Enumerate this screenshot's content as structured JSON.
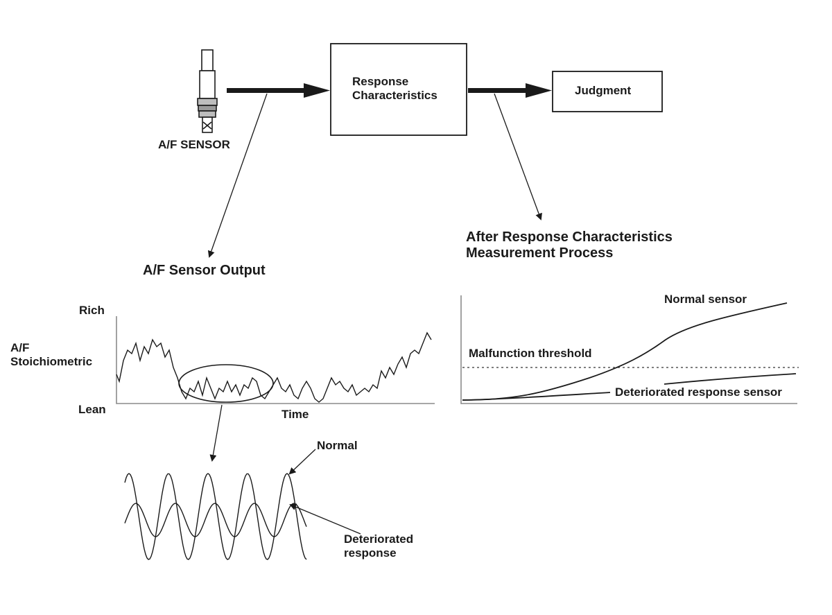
{
  "diagram": {
    "sensor_label": "A/F SENSOR",
    "response_box_label": "Response\nCharacteristics",
    "judgment_box_label": "Judgment",
    "output_heading": "A/F Sensor Output",
    "after_heading": "After Response Characteristics\nMeasurement Process",
    "left_chart": {
      "rich_label": "Rich",
      "af_label": "A/F\nStoichiometric",
      "lean_label": "Lean",
      "time_label": "Time"
    },
    "zoom": {
      "normal_label": "Normal",
      "deteriorated_label": "Deteriorated\nresponse"
    },
    "right_chart": {
      "normal_sensor_label": "Normal sensor",
      "threshold_label": "Malfunction threshold",
      "deteriorated_sensor_label": "Deteriorated response sensor"
    },
    "colors": {
      "ink": "#1a1a1a",
      "threshold": "#555555"
    }
  }
}
